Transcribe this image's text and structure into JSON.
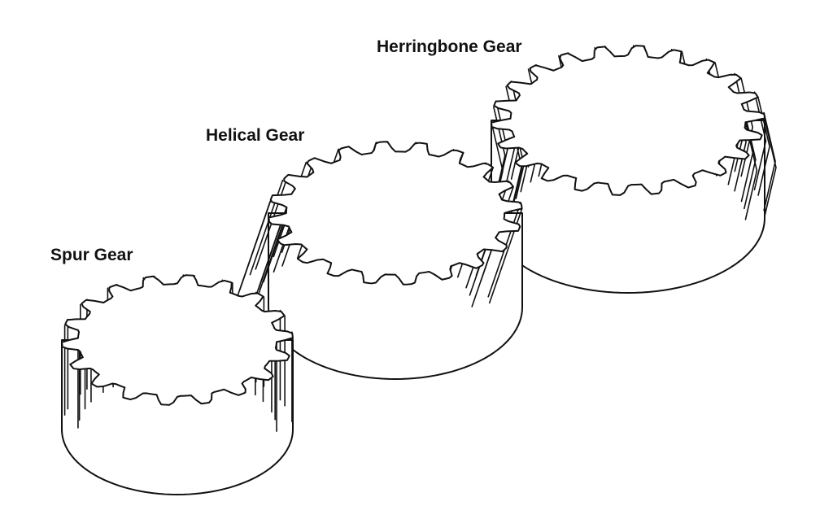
{
  "labels": {
    "spur": "Spur Gear",
    "helical": "Helical Gear",
    "herringbone": "Herringbone Gear"
  },
  "colors": {
    "line": "#111111",
    "fill": "#ffffff"
  }
}
